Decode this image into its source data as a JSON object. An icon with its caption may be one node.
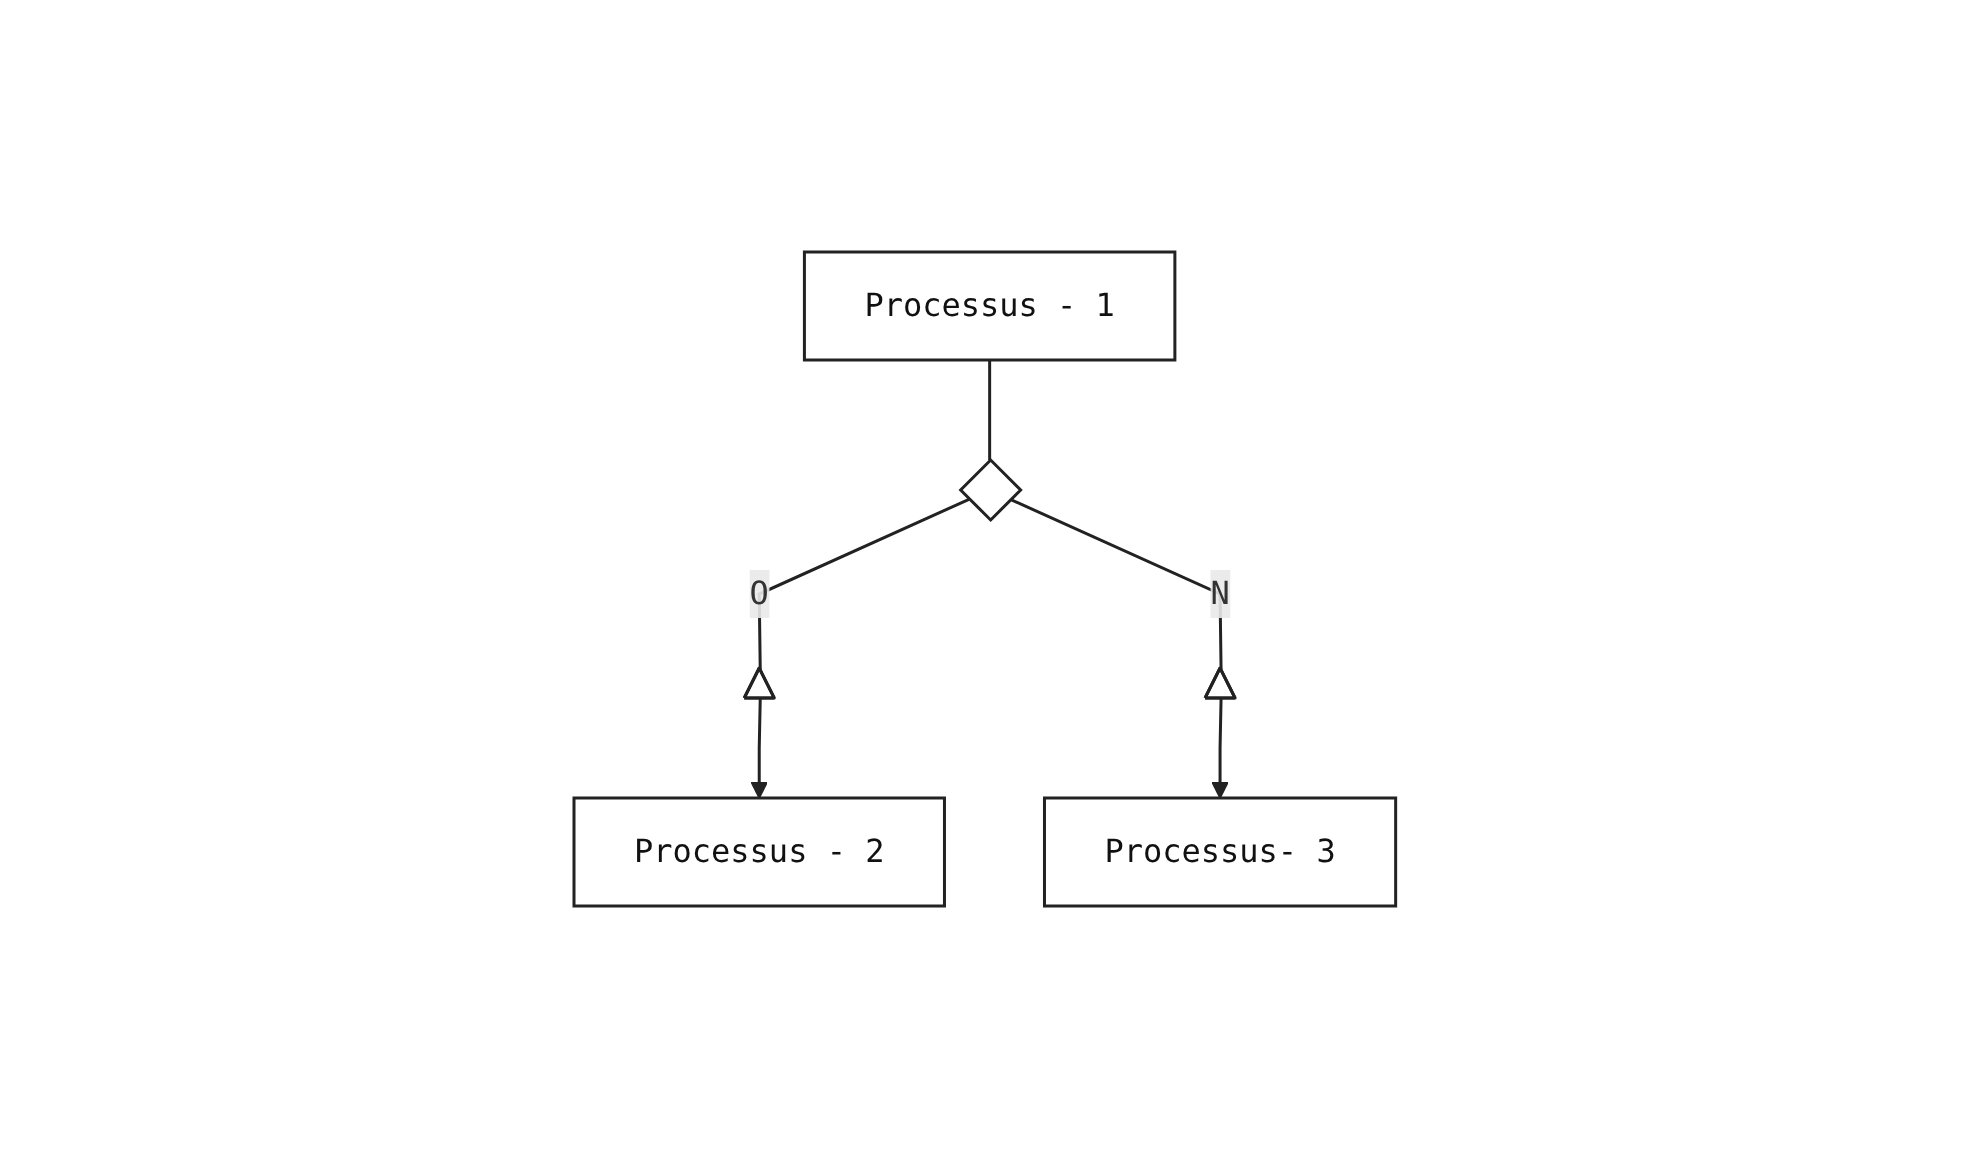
{
  "diagram": {
    "nodes": [
      {
        "text": [
          "Processus - 1"
        ]
      },
      {
        "text": [],
        "shape": "diamond"
      },
      {
        "text": [],
        "shape": "triangle"
      },
      {
        "text": [],
        "shape": "triangle"
      },
      {
        "text": [
          "Processus - 2"
        ]
      },
      {
        "text": [
          "Processus- 3"
        ]
      }
    ],
    "edges": [
      {
        "from": 0,
        "to": 1,
        "arrow": "none"
      },
      {
        "from": 1,
        "to": 2,
        "arrow": "none",
        "label": "O"
      },
      {
        "from": 1,
        "to": 3,
        "arrow": "none",
        "label": "N"
      },
      {
        "from": 2,
        "to": 4,
        "arrow": "to"
      },
      {
        "from": 3,
        "to": 5,
        "arrow": "to"
      }
    ]
  }
}
